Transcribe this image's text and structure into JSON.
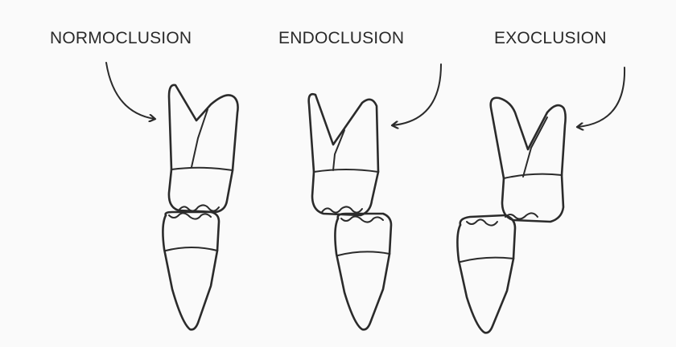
{
  "labels": {
    "normoclusion": "NORMOCLUSION",
    "endoclusion": "ENDOCLUSION",
    "exoclusion": "EXOCLUSION"
  },
  "colors": {
    "ink": "#2b2b2b",
    "paper": "#fafafa"
  }
}
